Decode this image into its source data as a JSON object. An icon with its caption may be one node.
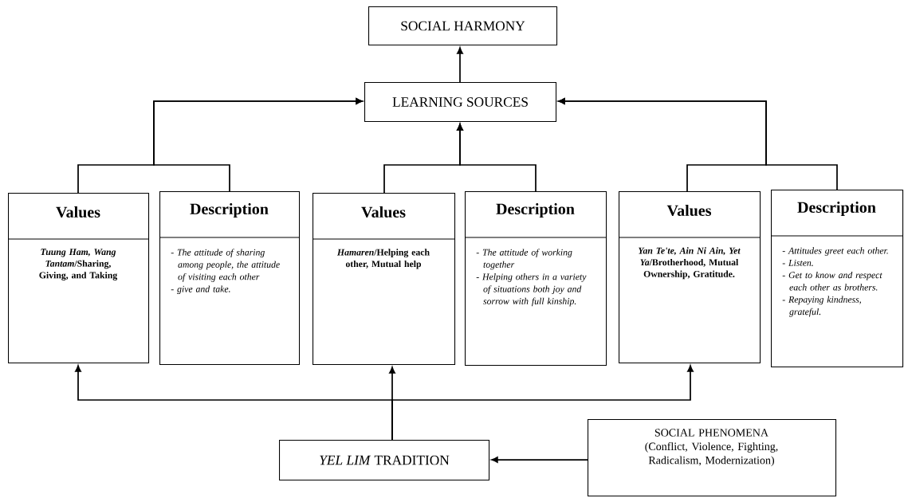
{
  "diagram": {
    "nodes": [
      {
        "text": [
          "SOCIAL HARMONY"
        ]
      },
      {
        "text": [
          "LEARNING SOURCES"
        ]
      },
      {
        "text": [
          "Values",
          "*Tuung Ham, Wang Tantam*/Sharing, Giving, and Taking"
        ]
      },
      {
        "text": [
          "Description",
          "- The attitude of sharing among people, the attitude of visiting each other",
          "- give and take."
        ]
      },
      {
        "text": [
          "Values",
          "*Hamaren*/Helping each other, Mutual help"
        ]
      },
      {
        "text": [
          "Description",
          "- The attitude of working together",
          "- Helping others in a variety of situations both joy and sorrow with full kinship."
        ]
      },
      {
        "text": [
          "Values",
          "*Yan Te'te, Ain Ni Ain, Yet Ya*/Brotherhood, Mutual Ownership, Gratitude."
        ]
      },
      {
        "text": [
          "Description",
          "- Attitudes greet each other.",
          "- Listen.",
          "- Get to know and respect each other as brothers.",
          "- Repaying kindness, grateful."
        ]
      },
      {
        "text": [
          "*YEL LIM* TRADITION"
        ]
      },
      {
        "text": [
          "SOCIAL PHENOMENA",
          "(Conflict, Violence, Fighting, Radicalism, Modernization)"
        ]
      }
    ],
    "edges": [
      {
        "from": 1,
        "to": 0,
        "arrow": "to"
      },
      {
        "from": 2,
        "to": 1,
        "arrow": "to"
      },
      {
        "from": 3,
        "to": 1,
        "arrow": "to"
      },
      {
        "from": 4,
        "to": 1,
        "arrow": "to"
      },
      {
        "from": 5,
        "to": 1,
        "arrow": "to"
      },
      {
        "from": 6,
        "to": 1,
        "arrow": "to"
      },
      {
        "from": 7,
        "to": 1,
        "arrow": "to"
      },
      {
        "from": 8,
        "to": 2,
        "arrow": "to"
      },
      {
        "from": 8,
        "to": 4,
        "arrow": "to"
      },
      {
        "from": 8,
        "to": 6,
        "arrow": "to"
      },
      {
        "from": 9,
        "to": 8,
        "arrow": "to"
      }
    ]
  }
}
